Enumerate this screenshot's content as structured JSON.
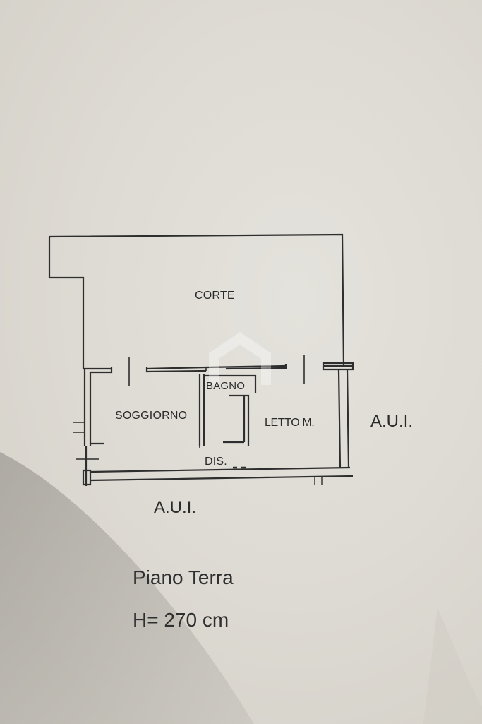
{
  "plan": {
    "rooms": {
      "corte": "CORTE",
      "bagno": "BAGNO",
      "soggiorno": "SOGGIORNO",
      "letto": "LETTO M.",
      "dis": "DIS."
    },
    "neighbors": {
      "right": "A.U.I.",
      "bottom": "A.U.I."
    },
    "floor_name": "Piano Terra",
    "height_label": "H= 270 cm"
  },
  "colors": {
    "paper": "#dcd9d2",
    "ink": "#2a2a2a"
  }
}
